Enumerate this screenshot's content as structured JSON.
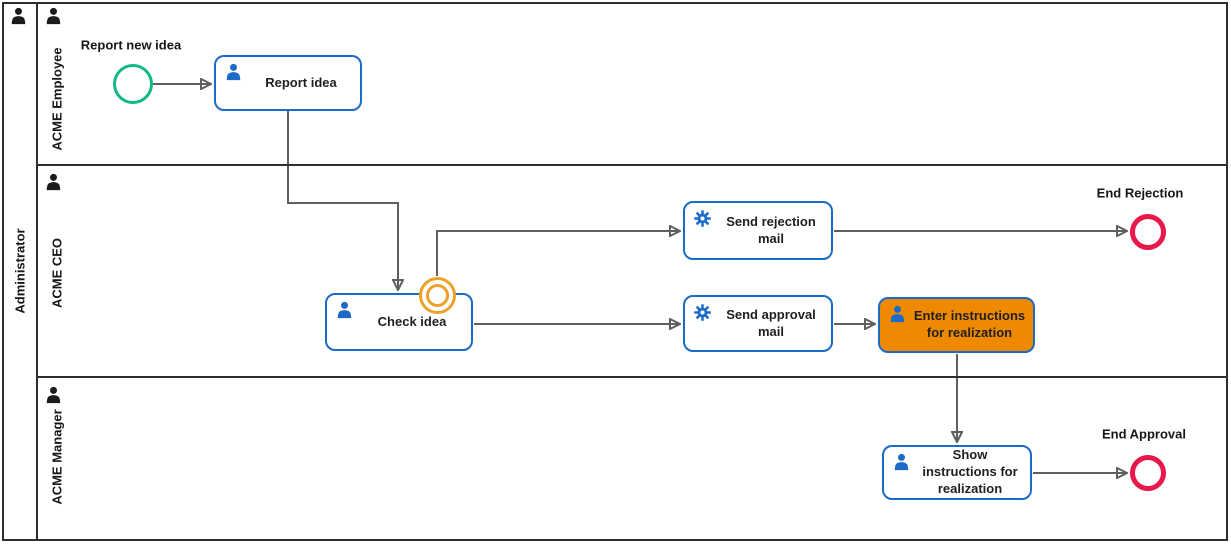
{
  "pool": {
    "label": "Administrator"
  },
  "lanes": [
    {
      "label": "ACME Employee"
    },
    {
      "label": "ACME CEO"
    },
    {
      "label": "ACME Manager"
    }
  ],
  "tasks": [
    {
      "id": "report-idea",
      "label": "Report idea",
      "type": "user-task",
      "lane": "ACME Employee",
      "highlighted": false
    },
    {
      "id": "check-idea",
      "label": "Check idea",
      "type": "user-task",
      "lane": "ACME CEO",
      "highlighted": false
    },
    {
      "id": "send-rejection-mail",
      "label": "Send rejection mail",
      "type": "service-task",
      "lane": "ACME CEO",
      "highlighted": false
    },
    {
      "id": "send-approval-mail",
      "label": "Send approval mail",
      "type": "service-task",
      "lane": "ACME CEO",
      "highlighted": false
    },
    {
      "id": "enter-instructions",
      "label": "Enter instructions for realization",
      "type": "user-task",
      "lane": "ACME CEO",
      "highlighted": true
    },
    {
      "id": "show-instructions",
      "label": "Show instructions for realization",
      "type": "user-task",
      "lane": "ACME Manager",
      "highlighted": false
    }
  ],
  "events": {
    "start": {
      "label": "Report new idea",
      "type": "start-event"
    },
    "boundary": {
      "label": "",
      "type": "intermediate-boundary-event"
    },
    "end_rejection": {
      "label": "End Rejection",
      "type": "end-event"
    },
    "end_approval": {
      "label": "End Approval",
      "type": "end-event"
    }
  },
  "flows": [
    {
      "from": "start-event",
      "to": "report-idea"
    },
    {
      "from": "report-idea",
      "to": "check-idea"
    },
    {
      "from": "boundary-event",
      "to": "send-rejection-mail"
    },
    {
      "from": "check-idea",
      "to": "send-approval-mail"
    },
    {
      "from": "send-approval-mail",
      "to": "enter-instructions"
    },
    {
      "from": "send-rejection-mail",
      "to": "end-rejection"
    },
    {
      "from": "enter-instructions",
      "to": "show-instructions"
    },
    {
      "from": "show-instructions",
      "to": "end-approval"
    }
  ],
  "colors": {
    "task_border_blue": "#1c6bc8",
    "icon_blue": "#1c6bc8",
    "start_green": "#12b886",
    "boundary_orange": "#eda227",
    "end_red": "#e8174c",
    "highlight_fill_orange": "#ef8a00",
    "flow_gray": "#5f5f5f",
    "frame_dark": "#2e2e2e",
    "text_dark": "#1f1f1f"
  }
}
